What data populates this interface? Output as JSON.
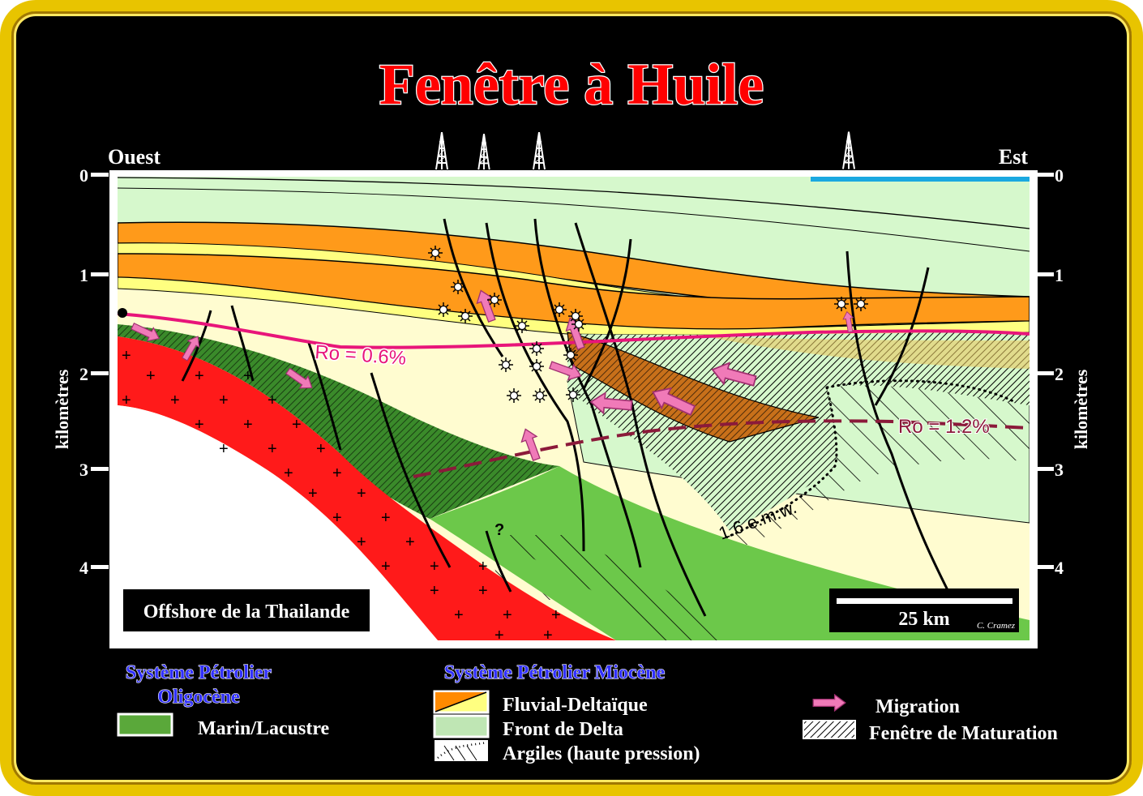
{
  "title": "Fenêtre à Huile",
  "orientation": {
    "west": "Ouest",
    "east": "Est"
  },
  "axis": {
    "label": "kilomètres",
    "ticks": [
      "0",
      "1",
      "2",
      "3",
      "4"
    ]
  },
  "annotations": {
    "ro_low": "Ro = 0.6%",
    "ro_high": "Ro = 1.2%",
    "emw": "1.6 e.m.w.",
    "question": "?",
    "location": "Offshore de la Thailande",
    "scale": "25 km",
    "author": "C. Cramez"
  },
  "legend": {
    "oligocene_title_line1": "Système Pétrolier",
    "oligocene_title_line2": "Oligocène",
    "miocene_title": "Système Pétrolier Miocène",
    "items": [
      {
        "label": "Marin/Lacustre",
        "color": "#5aa83a"
      },
      {
        "label": "Fluvial-Deltaïque",
        "color": "#ff8a00"
      },
      {
        "label": "Front de Delta",
        "color": "#bfe6b4"
      },
      {
        "label": "Argiles (haute pression)"
      },
      {
        "label": "Migration",
        "color": "#f07ab8"
      },
      {
        "label": "Fenêtre de Maturation"
      }
    ]
  },
  "colors": {
    "title": "#ff0000",
    "legend_title": "#3030ff",
    "ro_low": "#e8157a",
    "ro_high": "#8b1a3a",
    "basement": "#ff1a1a",
    "marine": "#6cc84a",
    "cream": "#fffcd0",
    "delta_front": "#d6f8cc",
    "orange": "#ff9a1a",
    "yellow": "#ffff80"
  }
}
